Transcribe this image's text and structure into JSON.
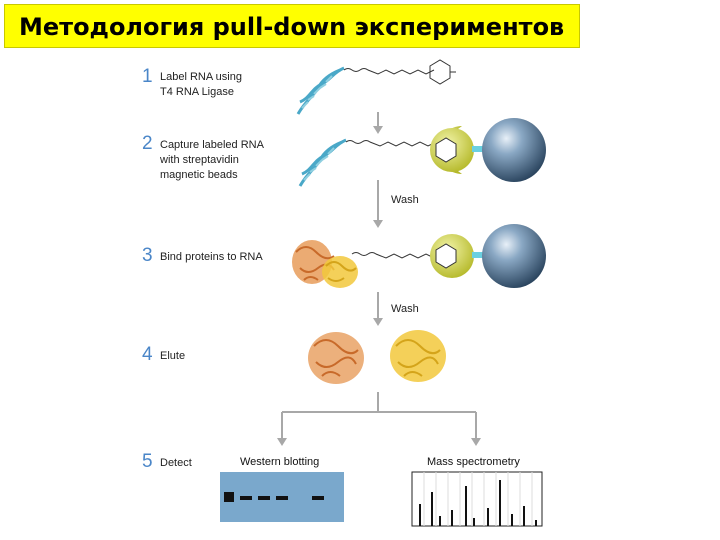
{
  "title": "Методология pull-down экспериментов",
  "steps": [
    {
      "number": "1",
      "label_lines": [
        "Label RNA using",
        "T4 RNA Ligase"
      ]
    },
    {
      "number": "2",
      "label_lines": [
        "Capture labeled RNA",
        "with streptavidin",
        "magnetic beads"
      ]
    },
    {
      "number": "3",
      "label_lines": [
        "Bind proteins to RNA"
      ]
    },
    {
      "number": "4",
      "label_lines": [
        "Elute"
      ]
    },
    {
      "number": "5",
      "label_lines": [
        "Detect"
      ]
    }
  ],
  "wash_labels": [
    "Wash",
    "Wash"
  ],
  "detection": {
    "western_label": "Western blotting",
    "mass_label": "Mass spectrometry"
  },
  "colors": {
    "title_bg": "#ffff00",
    "step_number": "#4a86c8",
    "bead": "#5a7fa0",
    "streptavidin": "#c8cc3c",
    "western_bg": "#7aa8cc"
  },
  "icons": [
    "rna-helix-icon",
    "biotin-structure-icon",
    "streptavidin-icon",
    "magnetic-bead-icon",
    "protein-orange-icon",
    "protein-yellow-icon",
    "down-arrow-icon"
  ]
}
